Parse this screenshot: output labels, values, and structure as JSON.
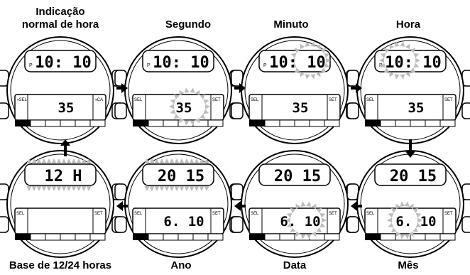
{
  "labels": {
    "normal_line1": "Indicação",
    "normal_line2": "normal de hora",
    "segundo": "Segundo",
    "minuto": "Minuto",
    "hora": "Hora",
    "base": "Base de 12/24 horas",
    "ano": "Ano",
    "data": "Data",
    "mes": "Mês"
  },
  "watches": [
    {
      "id": "normal",
      "top": "10: 10",
      "bottom": "35",
      "left_tag": "◑SEL",
      "right_tag": "◑CA",
      "pm": "P",
      "flash": "none"
    },
    {
      "id": "segundo",
      "top": "10: 10",
      "bottom": "35",
      "left_tag": "SEL",
      "right_tag": "SET",
      "pm": "P",
      "flash": "bottom-right"
    },
    {
      "id": "minuto",
      "top": "10: 10",
      "bottom": "35",
      "left_tag": "SEL",
      "right_tag": "SET",
      "pm": "P",
      "flash": "top-right"
    },
    {
      "id": "hora",
      "top": "10: 10",
      "bottom": "35",
      "left_tag": "SEL",
      "right_tag": "SET",
      "pm": "P",
      "flash": "top-left"
    },
    {
      "id": "base",
      "top": "12  H",
      "bottom": "",
      "left_tag": "SEL",
      "right_tag": "SET",
      "pm": "",
      "flash": "top-full"
    },
    {
      "id": "ano",
      "top": "20 15",
      "bottom": "6. 10",
      "left_tag": "SEL",
      "right_tag": "SET",
      "pm": "",
      "flash": "top-full"
    },
    {
      "id": "data",
      "top": "20 15",
      "bottom": "6. 10",
      "left_tag": "SEL",
      "right_tag": "SET",
      "pm": "",
      "flash": "bottom-right"
    },
    {
      "id": "mes",
      "top": "20 15",
      "bottom": "6. 10",
      "left_tag": "SEL",
      "right_tag": "SET",
      "pm": "",
      "flash": "bottom-left"
    }
  ],
  "colors": {
    "ink": "#000000",
    "flash": "#bdbdbd",
    "paper": "#ffffff"
  }
}
